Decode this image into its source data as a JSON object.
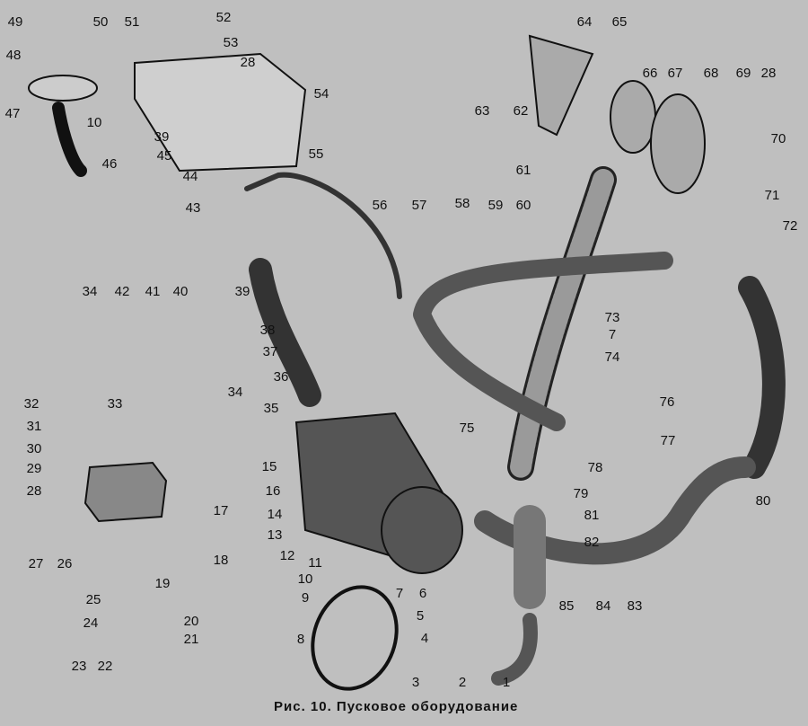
{
  "caption": "Рис. 10. Пусковое оборудование",
  "labels": [
    "49",
    "50",
    "51",
    "52",
    "53",
    "28",
    "48",
    "47",
    "10",
    "46",
    "54",
    "39",
    "45",
    "44",
    "43",
    "55",
    "56",
    "57",
    "58",
    "59",
    "60",
    "61",
    "64",
    "65",
    "63",
    "62",
    "66",
    "67",
    "68",
    "69",
    "28",
    "70",
    "71",
    "72",
    "73",
    "7",
    "74",
    "76",
    "77",
    "78",
    "79",
    "81",
    "82",
    "83",
    "84",
    "85",
    "80",
    "34",
    "42",
    "41",
    "40",
    "39",
    "38",
    "37",
    "36",
    "34",
    "35",
    "32",
    "33",
    "31",
    "30",
    "29",
    "28",
    "17",
    "27",
    "26",
    "16",
    "14",
    "13",
    "12",
    "11",
    "10",
    "9",
    "8",
    "7",
    "6",
    "5",
    "4",
    "3",
    "2",
    "1",
    "15",
    "75",
    "18",
    "19",
    "25",
    "24",
    "20",
    "21",
    "23",
    "22"
  ]
}
